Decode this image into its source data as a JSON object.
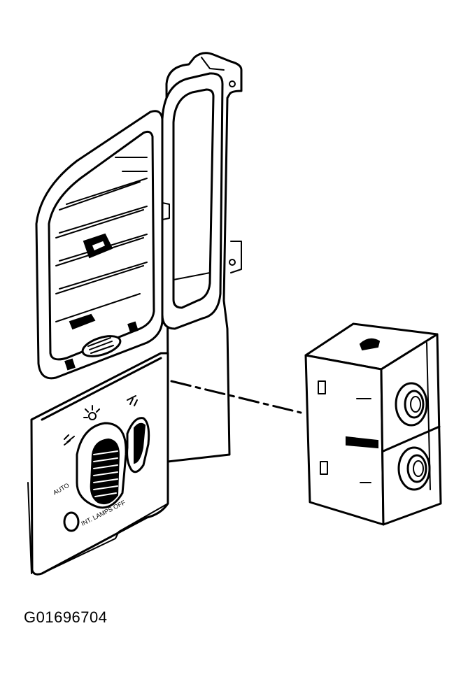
{
  "figure": {
    "id_label": "G01696704",
    "panel_text_auto": "AUTO",
    "panel_text_bottom": "INT. LAMPS OFF"
  }
}
